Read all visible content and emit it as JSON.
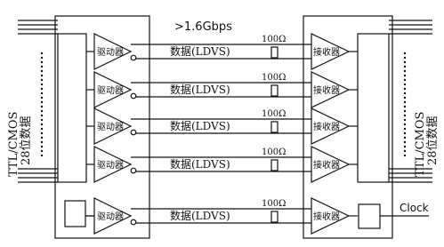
{
  "speed_label": ">1.6Gbps",
  "left_side": {
    "line1": "TTL/CMOS",
    "line2": "28位数据"
  },
  "right_side": {
    "line1": "TTL/CMOS",
    "line2": "28位数据"
  },
  "clock_label": "Clock",
  "channels": [
    {
      "driver": "驱动器",
      "receiver": "接收器",
      "data": "数据(LDVS)",
      "resistor": "100Ω"
    },
    {
      "driver": "驱动器",
      "receiver": "接收器",
      "data": "数据(LDVS)",
      "resistor": "100Ω"
    },
    {
      "driver": "驱动器",
      "receiver": "接收器",
      "data": "数据(LDVS)",
      "resistor": "100Ω"
    },
    {
      "driver": "驱动器",
      "receiver": "接收器",
      "data": "数据(LDVS)",
      "resistor": "100Ω"
    },
    {
      "driver": "驱动器",
      "receiver": "接收器",
      "data": "数据(LDVS)",
      "resistor": "100Ω"
    }
  ]
}
